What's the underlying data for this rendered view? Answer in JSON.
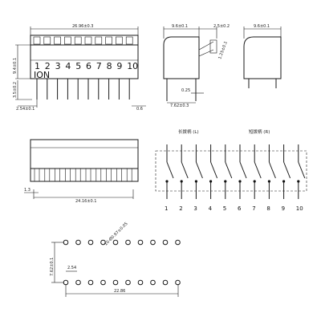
{
  "front_view": {
    "width_dim": "26.96±0.3",
    "height_dim": "9.4±0.1",
    "pin_len_dim": "3.5±0.2",
    "pitch_dim": "2.54±0.1",
    "pin_w_dim": "0.6",
    "switch_numbers": [
      "1",
      "2",
      "3",
      "4",
      "5",
      "6",
      "7",
      "8",
      "9",
      "10"
    ],
    "on_label": "ION"
  },
  "side_view": {
    "width_dim": "9.6±0.1",
    "top_dim": "2.5±0.2",
    "angle_dim": "1.25±0.1",
    "pin_dim": "0.25",
    "row_dim": "7.62±0.3"
  },
  "end_view": {
    "width_dim": "9.6±0.1"
  },
  "bottom_view": {
    "hole_dim": "1.3",
    "length_dim": "24.16±0.1"
  },
  "schematic": {
    "left_label": "长拨柄 (L)",
    "right_label": "短拨柄 (R)",
    "numbers": [
      "1",
      "2",
      "3",
      "4",
      "5",
      "6",
      "7",
      "8",
      "9",
      "10"
    ]
  },
  "footprint": {
    "hole_dia_dim": "10-Ø0.97±0.05",
    "row_spacing_dim": "7.62±0.1",
    "pitch_dim": "2.54",
    "total_dim": "22.86"
  }
}
